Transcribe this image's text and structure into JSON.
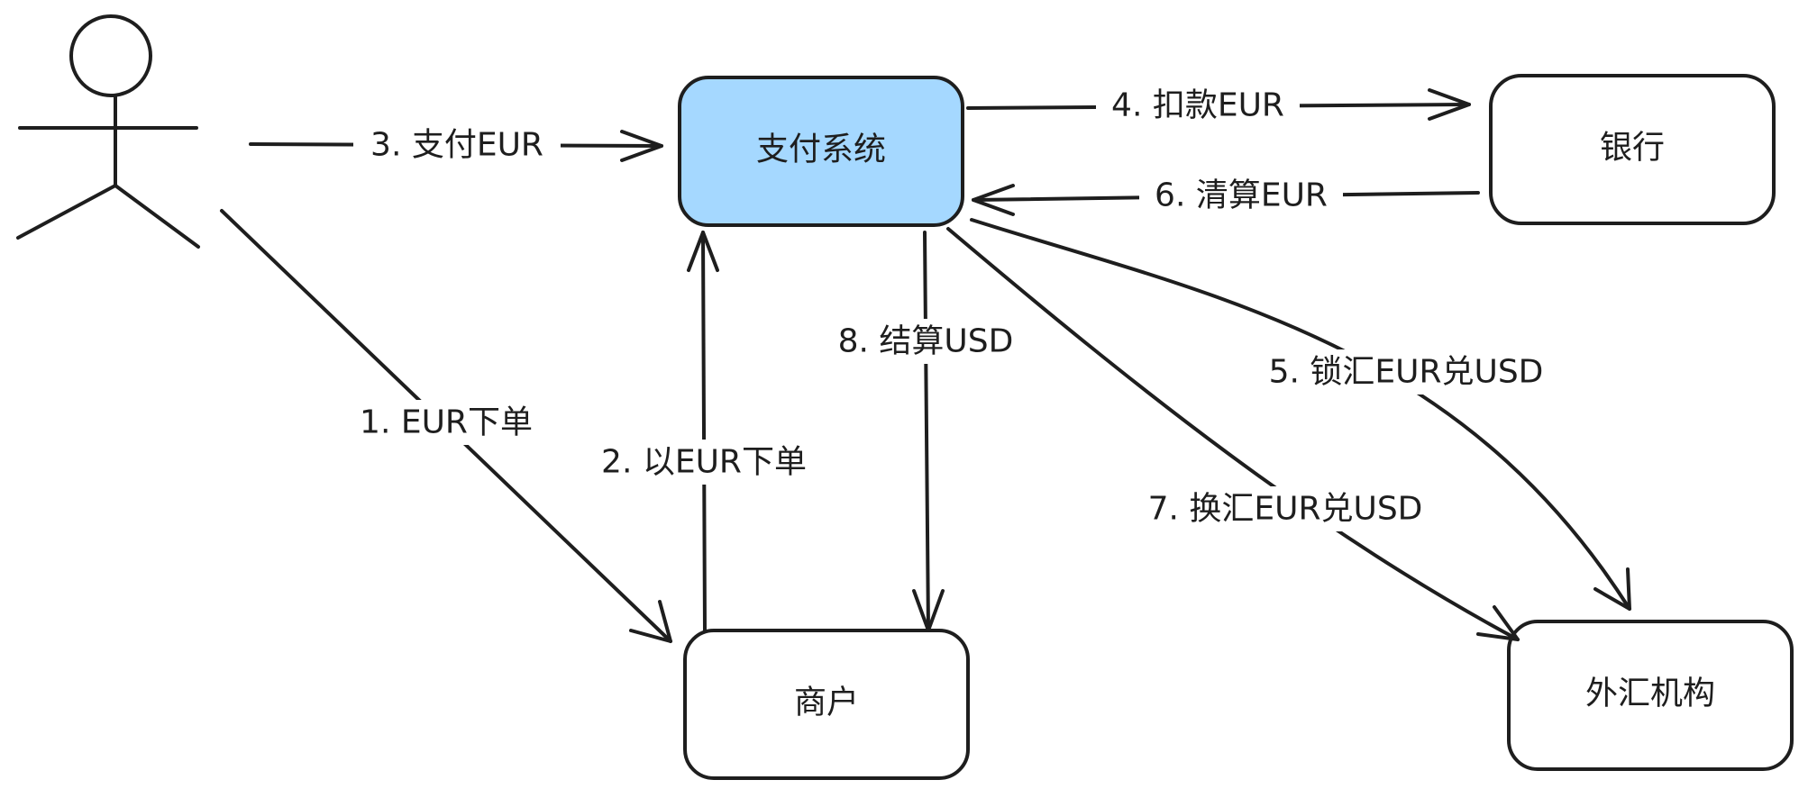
{
  "colors": {
    "stroke": "#1e1e1e",
    "highlight_fill": "#a5d8ff",
    "background": "#ffffff"
  },
  "nodes": {
    "payment_system": {
      "label": "支付系统"
    },
    "bank": {
      "label": "银行"
    },
    "merchant": {
      "label": "商户"
    },
    "fx_institution": {
      "label": "外汇机构"
    },
    "user": {
      "label": ""
    }
  },
  "edges": {
    "step1": {
      "label": "1. EUR下单"
    },
    "step2": {
      "label": "2. 以EUR下单"
    },
    "step3": {
      "label": "3. 支付EUR"
    },
    "step4": {
      "label": "4. 扣款EUR"
    },
    "step5": {
      "label": "5. 锁汇EUR兑USD"
    },
    "step6": {
      "label": "6. 清算EUR"
    },
    "step7": {
      "label": "7. 换汇EUR兑USD"
    },
    "step8": {
      "label": "8. 结算USD"
    }
  }
}
